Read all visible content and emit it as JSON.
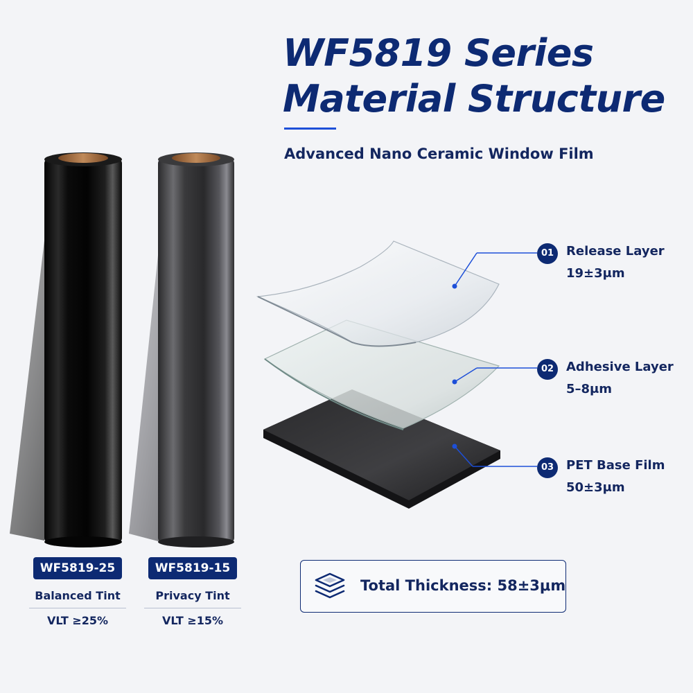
{
  "header": {
    "title_line1": "WF5819 Series",
    "title_line2": "Material Structure",
    "subtitle": "Advanced Nano Ceramic Window Film"
  },
  "layers": [
    {
      "number": "01",
      "name": "Release Layer",
      "value": "19±3μm"
    },
    {
      "number": "02",
      "name": "Adhesive Layer",
      "value": "5–8μm"
    },
    {
      "number": "03",
      "name": "PET Base Film",
      "value": "50±3μm"
    }
  ],
  "products": [
    {
      "code": "WF5819-25",
      "tint": "Balanced Tint",
      "vlt": "VLT ≥25%"
    },
    {
      "code": "WF5819-15",
      "tint": "Privacy Tint",
      "vlt": "VLT ≥15%"
    }
  ],
  "total": {
    "text": "Total Thickness: 58±3μm",
    "icon": "layers-stack-icon"
  },
  "colors": {
    "brand": "#0d2a73",
    "accent": "#1d4fd8",
    "background": "#f3f4f7"
  }
}
